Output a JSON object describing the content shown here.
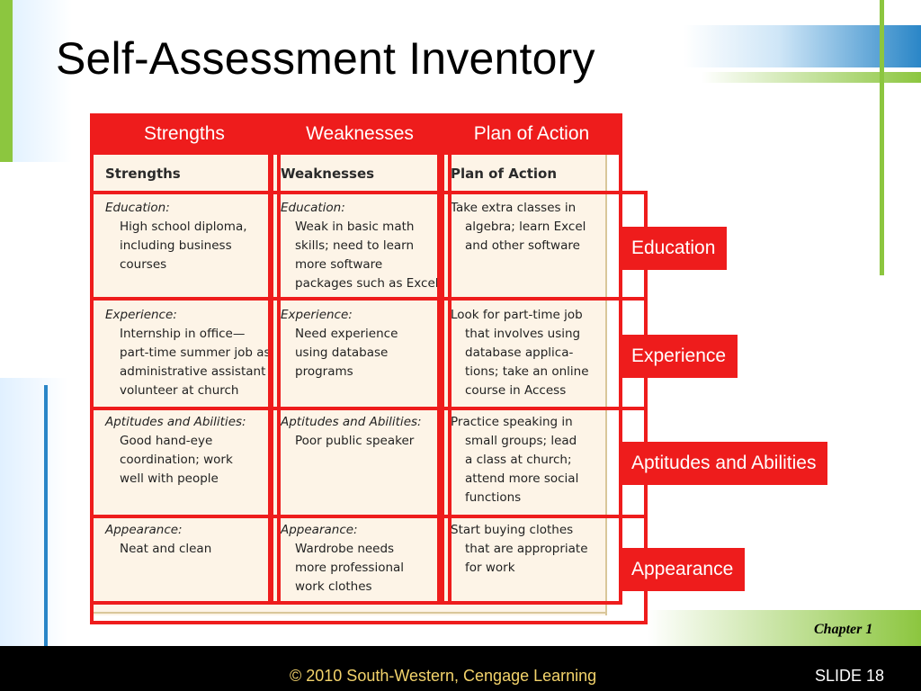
{
  "slide": {
    "title": "Self-Assessment Inventory",
    "chapter": "Chapter 1",
    "copyright": "© 2010 South-Western, Cengage Learning",
    "slide_number": "SLIDE 18"
  },
  "overlay_headers": [
    "Strengths",
    "Weaknesses",
    "Plan of Action"
  ],
  "row_labels": [
    "Education",
    "Experience",
    "Aptitudes and Abilities",
    "Appearance"
  ],
  "table": {
    "columns": [
      "Strengths",
      "Weaknesses",
      "Plan of Action"
    ],
    "rows": [
      {
        "category": "Education:",
        "strengths": "High school diploma,\nincluding business\ncourses",
        "weaknesses": "Weak in basic math\nskills; need to learn\nmore software\npackages such as Excel",
        "plan": "algebra; learn Excel\nand other software",
        "plan_lead": "Take extra classes in"
      },
      {
        "category": "Experience:",
        "strengths": "Internship in office—\npart-time summer job as\nadministrative assistant\nvolunteer at church",
        "weaknesses": "Need experience\nusing database\nprograms",
        "plan": "that involves using\ndatabase applica-\ntions; take an online\ncourse in Access",
        "plan_lead": "Look for part-time job"
      },
      {
        "category": "Aptitudes and Abilities:",
        "strengths": "Good hand-eye\ncoordination; work\nwell with people",
        "weaknesses": "Poor public speaker",
        "plan": "small groups; lead\na class at church;\nattend more social\nfunctions",
        "plan_lead": "Practice speaking in"
      },
      {
        "category": "Appearance:",
        "strengths": "Neat and clean",
        "weaknesses": "Wardrobe needs\nmore professional\nwork clothes",
        "plan": "that are appropriate\nfor work",
        "plan_lead": "Start buying clothes"
      }
    ]
  },
  "colors": {
    "accent_red": "#ee1c1c",
    "accent_green": "#8cc63f",
    "accent_blue": "#2a86c7",
    "table_bg": "#fdf4e7"
  }
}
